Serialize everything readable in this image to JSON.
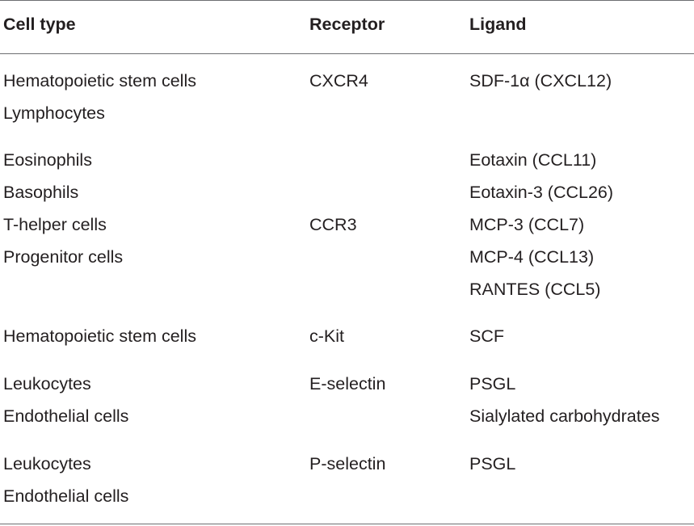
{
  "table": {
    "headers": {
      "cell_type": "Cell type",
      "receptor": "Receptor",
      "ligand": "Ligand"
    },
    "rows": [
      {
        "cell_types": [
          "Hematopoietic stem cells",
          "Lymphocytes"
        ],
        "receptor": "CXCR4",
        "ligands": [
          "SDF-1α (CXCL12)"
        ]
      },
      {
        "cell_types": [
          "Eosinophils",
          "Basophils",
          "T-helper cells",
          "Progenitor cells"
        ],
        "receptor": "CCR3",
        "ligands": [
          "Eotaxin (CCL11)",
          "Eotaxin-3 (CCL26)",
          "MCP-3 (CCL7)",
          "MCP-4 (CCL13)",
          "RANTES (CCL5)"
        ]
      },
      {
        "cell_types": [
          "Hematopoietic stem cells"
        ],
        "receptor": "c-Kit",
        "ligands": [
          "SCF"
        ]
      },
      {
        "cell_types": [
          "Leukocytes",
          "Endothelial cells"
        ],
        "receptor": "E-selectin",
        "ligands": [
          "PSGL",
          "Sialylated carbohydrates"
        ]
      },
      {
        "cell_types": [
          "Leukocytes",
          "Endothelial cells"
        ],
        "receptor": "P-selectin",
        "ligands": [
          "PSGL"
        ]
      }
    ]
  }
}
